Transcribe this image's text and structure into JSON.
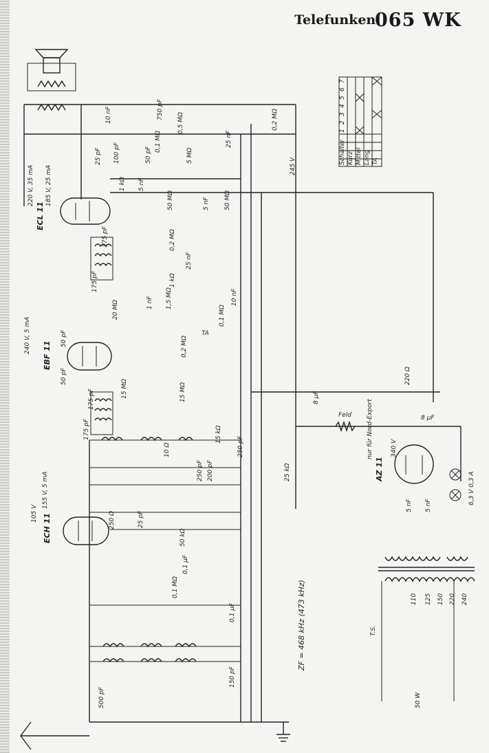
{
  "header": {
    "brand": "Telefunken",
    "model": "065 WK"
  },
  "switch_table": {
    "header": "Schalter",
    "columns": [
      "1",
      "2",
      "3",
      "4",
      "5",
      "6",
      "7"
    ],
    "rows": [
      "Kurz",
      "Mittel",
      "Lang",
      "TA"
    ]
  },
  "tubes": [
    "ECL 11",
    "EBF 11",
    "ECH 11",
    "AZ 11"
  ],
  "labels": {
    "ecl_supply": "220 V, 35 mA",
    "ecl_supply2": "185 V, 25 mA",
    "ebf_supply": "240 V, 5 mA",
    "ech_105": "105 V",
    "ech_155": "155 V, 5 mA",
    "b_plus": "245 V",
    "rect_v": "340 V",
    "field": "Feld",
    "export_note": "nur für Nord-Export",
    "zf": "ZF = 468 kHz (473 kHz)",
    "lamps": "6,3 V 0,3 A",
    "power": "50 W",
    "fuse": "T.S.",
    "taps": [
      "110",
      "125",
      "150",
      "220",
      "240"
    ],
    "ta": "TA",
    "c750": "750 pF",
    "c10n": "10 nF",
    "r05": "0,5 MΩ",
    "c25": "25 nF",
    "r02": "0,2 MΩ",
    "c25p": "25 pF",
    "c100p": "100 pF",
    "c50p": "50 pF",
    "r01a": "0,1 MΩ",
    "r5m": "5 MΩ",
    "r1k": "1 kΩ",
    "c5n": "5 nF",
    "r50m": "50 MΩ",
    "r50mb": "50 MΩ",
    "c5nb": "5 nF",
    "c175a": "175 pF",
    "c175b": "175 pF",
    "c175c": "175 pF",
    "c175d": "175 pF",
    "r02b": "0,2 MΩ",
    "c25nb": "25 nF",
    "r1kb": "1 kΩ",
    "r20m": "20 MΩ",
    "c1n": "1 nF",
    "r15m": "1,5 MΩ",
    "c10n2": "10 nF",
    "r01b": "0,1 MΩ",
    "r02c": "0,2 MΩ",
    "c50a": "50 pF",
    "c50b": "50 pF",
    "r15ma": "15 MΩ",
    "r15mb": "15 MΩ",
    "c8u": "8 µF",
    "c8u2": "8 µF",
    "r220": "220 Ω",
    "r15k": "15 kΩ",
    "c250": "250 pF",
    "r10": "10 Ω",
    "c250b": "250 pF",
    "c200": "200 pF",
    "r25k": "25 kΩ",
    "r250": "250 Ω",
    "c25pb": "25 pF",
    "r50k": "50 kΩ",
    "c01u": "0,1 µF",
    "r01c": "0,1 MΩ",
    "c01u2": "0,1 µF",
    "c150": "150 pF",
    "c500": "500 pF",
    "c5n2": "5 nF",
    "c5n3": "5 nF"
  }
}
